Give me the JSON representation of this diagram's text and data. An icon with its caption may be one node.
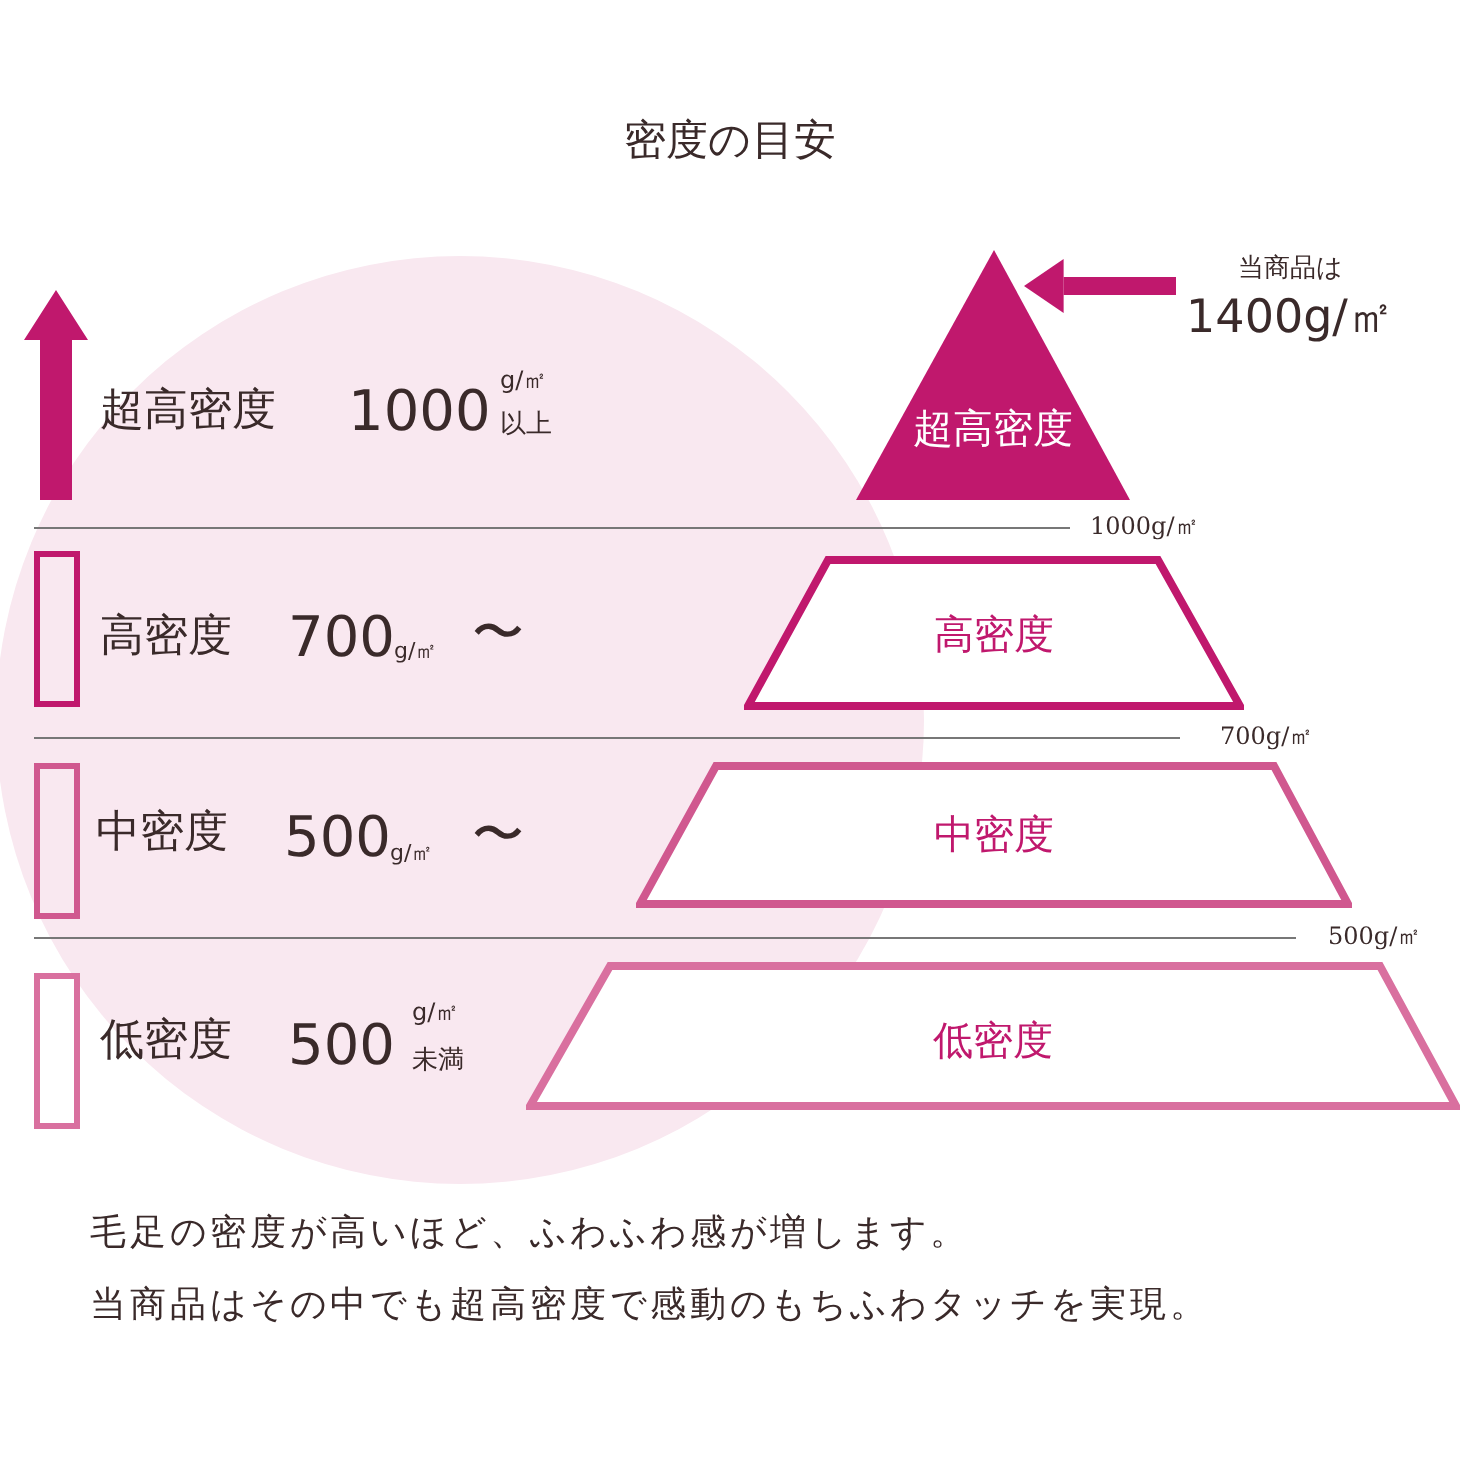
{
  "diagram": {
    "title": "密度の目安",
    "nodes": [
      {
        "text": [
          "超高密度"
        ]
      },
      {
        "text": [
          "高密度"
        ]
      },
      {
        "text": [
          "中密度"
        ]
      },
      {
        "text": [
          "低密度"
        ]
      },
      {
        "text": [
          "当商品は",
          "1400g/㎡"
        ]
      }
    ],
    "edges": [
      {
        "from": 4,
        "to": 0,
        "arrow": "to"
      }
    ],
    "labels": [
      "超高密度",
      "1000",
      "g/㎡",
      "以上",
      "1000g/㎡",
      "高密度",
      "700",
      "g/㎡",
      "〜",
      "700g/㎡",
      "中密度",
      "500",
      "g/㎡",
      "〜",
      "500g/㎡",
      "低密度",
      "500",
      "g/㎡",
      "未満",
      "毛足の密度が高いほど、ふわふわ感が増します。",
      "当商品はその中でも超高密度で感動のもちふわタッチを実現。"
    ]
  }
}
